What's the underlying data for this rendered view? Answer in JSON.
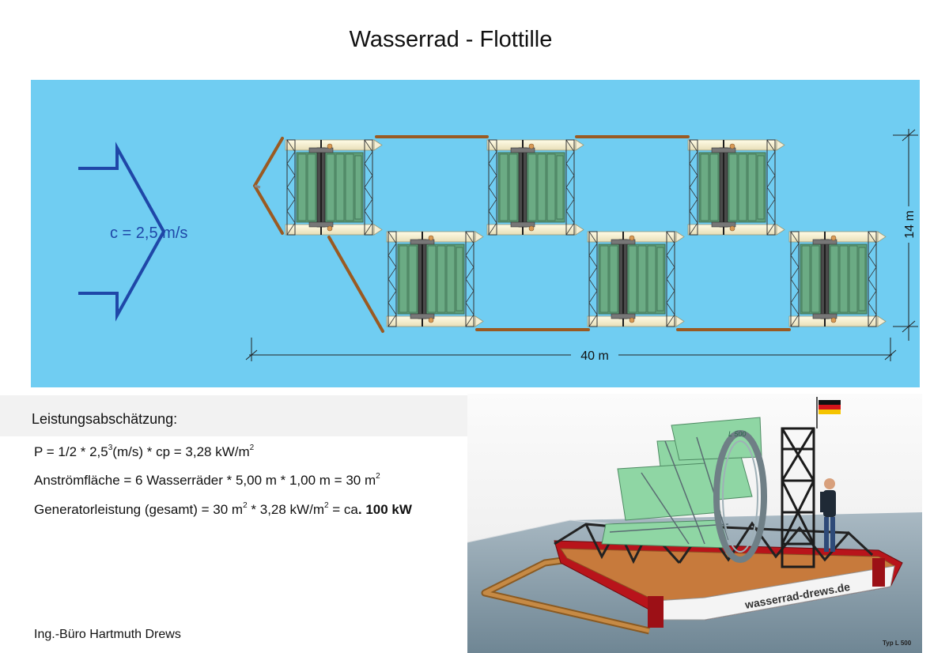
{
  "title": "Wasserrad - Flottille",
  "flow_label": "c = 2,5 m/s",
  "dimensions": {
    "width_label": "40 m",
    "height_label": "14 m"
  },
  "calc": {
    "heading": "Leistungsabschätzung:",
    "line1": {
      "a": "P = 1/2  *  2,5",
      "exp": "3",
      "b": "(m/s)  *  cp =  3,28 kW/m",
      "exp2": "2"
    },
    "line2": {
      "a": "Anströmfläche = 6 Wasserräder  *  5,00 m  * 1,00 m  =  30 m",
      "exp": "2"
    },
    "line3": {
      "a": "Generatorleistung (gesamt) = 30 m",
      "exp": "2",
      "b": "  *  3,28  kW/m",
      "exp2": "2",
      "c": " =  ca",
      "bold": ". 100 kW"
    }
  },
  "author": "Ing.-Büro Hartmuth Drews",
  "render": {
    "boat_text": "wasserrad-drews.de",
    "model_badge": "L 500",
    "type_label": "Typ L 500"
  },
  "colors": {
    "water": "#70cdf2",
    "arrow": "#1f47a8",
    "wheel_green": "#5e9e78",
    "timber": "#9a5a22",
    "hull_red": "#b8141b",
    "deck": "#c77a3c"
  }
}
